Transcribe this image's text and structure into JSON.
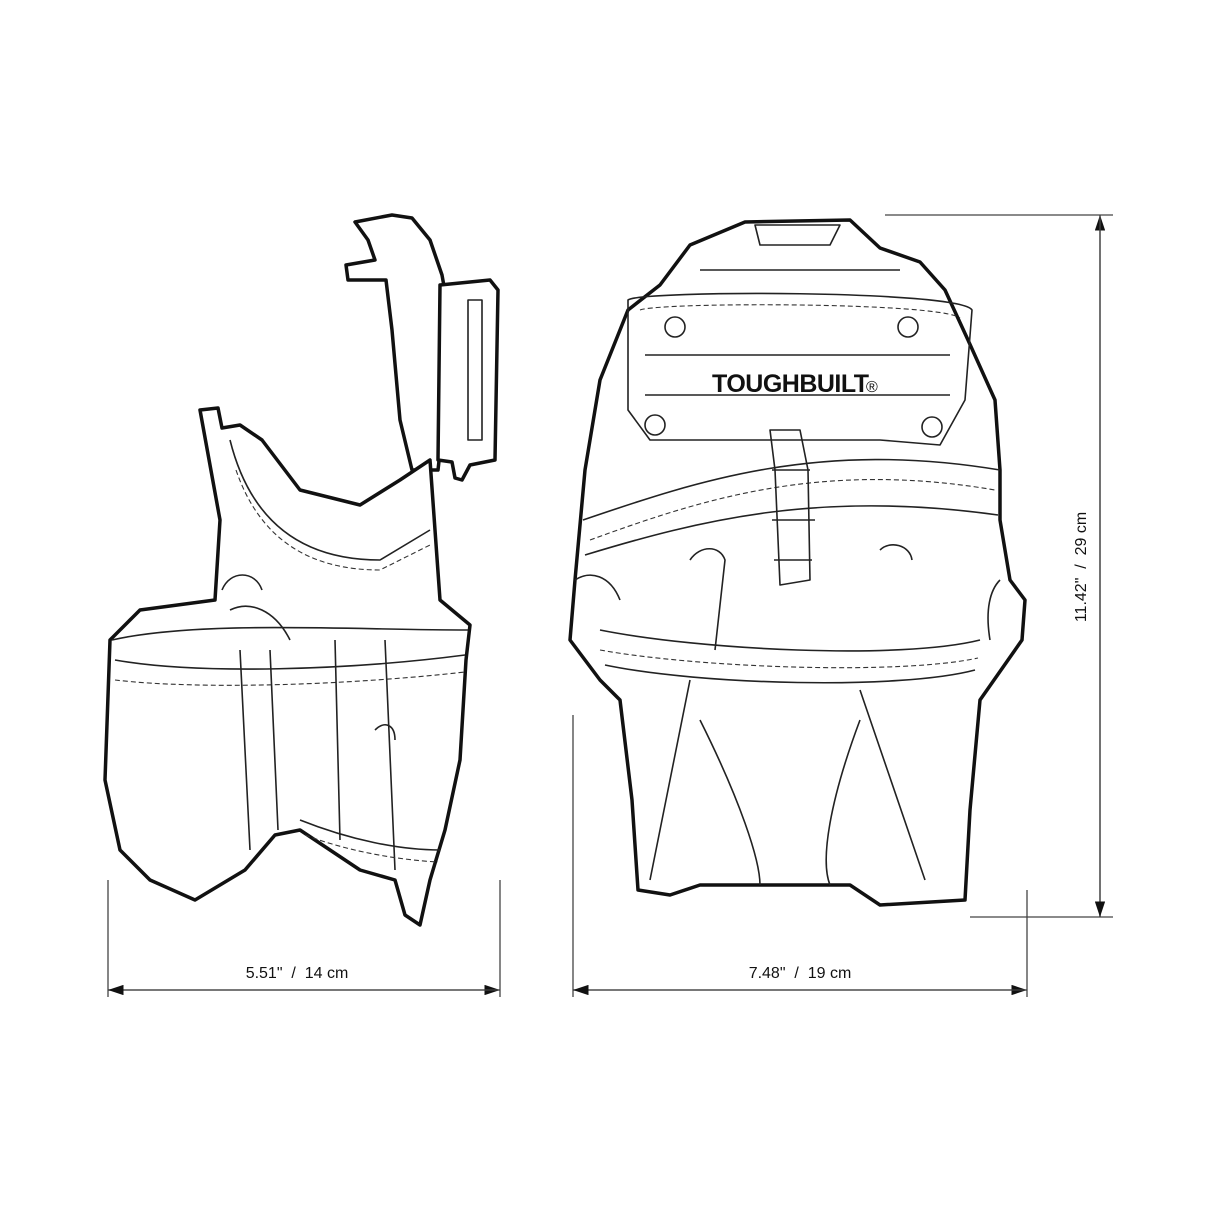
{
  "dimensions": {
    "side_width": "5.51\"  /  14 cm",
    "front_width": "7.48\"  /  19 cm",
    "height": "11.42\"  /  29 cm"
  },
  "brand": {
    "logo": "TOUGHBUILT",
    "mark": "®"
  }
}
